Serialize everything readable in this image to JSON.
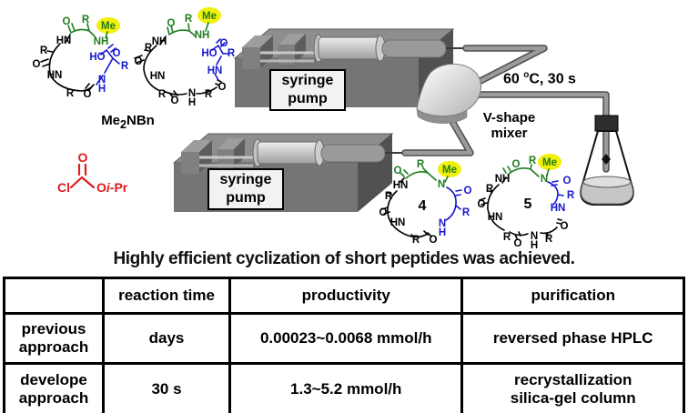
{
  "colors": {
    "green_fragment": "#1e7d1e",
    "blue_fragment": "#1717cf",
    "red_reagent": "#df1b1b",
    "yellow_highlight": "#f2ef0a",
    "pump_gray": "#757575",
    "tube_gray": "#9b9b9b"
  },
  "scheme": {
    "substrates_label": {
      "pre": "Me",
      "sub": "2",
      "post": "NBn"
    },
    "reagent": {
      "cl": "Cl",
      "o_carbonyl": "O",
      "o_ester": "O",
      "iso": "i",
      "pr": "-Pr"
    },
    "pump_top": {
      "line1": "syringe",
      "line2": "pump"
    },
    "pump_bottom": {
      "line1": "syringe",
      "line2": "pump"
    },
    "conditions": {
      "pre": "60 ",
      "sup": "o",
      "post": "C, 30 s"
    },
    "mixer": {
      "line1": "V-shape",
      "line2": "mixer"
    },
    "structures": {
      "sm1": {
        "o_top": "O",
        "r_top": "R",
        "me": "Me",
        "nh_top": "NH",
        "hn_left": "HN",
        "r_left": "R",
        "o_left": "O",
        "hn_bottom": "HN",
        "r_bottom": "R",
        "o_bottom": "O",
        "ho": "HO",
        "o_right": "O",
        "r_right": "R",
        "n_right": "N",
        "h_right": "H"
      },
      "sm2": {
        "o_top": "O",
        "r_top": "R",
        "me": "Me",
        "nh_top": "NH",
        "nh_left": "NH",
        "r_left": "R",
        "o_left": "O",
        "hn_bottom": "HN",
        "r_bottom": "R",
        "o_bottom": "O",
        "n_bottom": "N",
        "h_bottom": "H",
        "r_bottom_right": "R",
        "o_bottom_right": "O",
        "ho": "HO",
        "o_right": "O",
        "r_right": "R",
        "hn_right": "HN"
      },
      "p4": {
        "num": "4",
        "o_top": "O",
        "r_top": "R",
        "me": "Me",
        "n_top": "N",
        "o_right": "O",
        "r_right": "R",
        "n_right": "N",
        "h_right": "H",
        "hn_left": "HN",
        "r_left": "R",
        "o_left": "O",
        "hn_bottom": "HN",
        "r_bottom": "R",
        "o_bottom": "O"
      },
      "p5": {
        "num": "5",
        "o_top": "O",
        "r_top": "R",
        "me": "Me",
        "n_top": "N",
        "o_right": "O",
        "r_right": "R",
        "hn_right": "HN",
        "nh_left": "NH",
        "r_left": "R",
        "o_left": "O",
        "hn_bottom": "HN",
        "r_bottom": "R",
        "o_bottom": "O",
        "n_bottom": "N",
        "h_bottom": "H",
        "r_bottom_right": "R",
        "o_bottom_right": "O"
      }
    }
  },
  "caption": "Highly efficient cyclization of short peptides was achieved.",
  "table": {
    "headers": {
      "col0": "",
      "col1": "reaction time",
      "col2": "productivity",
      "col3": "purification"
    },
    "row1": {
      "label1": "previous",
      "label2": "approach",
      "time": "days",
      "productivity": "0.00023~0.0068 mmol/h",
      "purif1": "reversed phase HPLC",
      "purif2": ""
    },
    "row2": {
      "label1": "develope",
      "label2": "approach",
      "time": "30 s",
      "productivity": "1.3~5.2 mmol/h",
      "purif1": "recrystallization",
      "purif2": "silica-gel column"
    }
  }
}
